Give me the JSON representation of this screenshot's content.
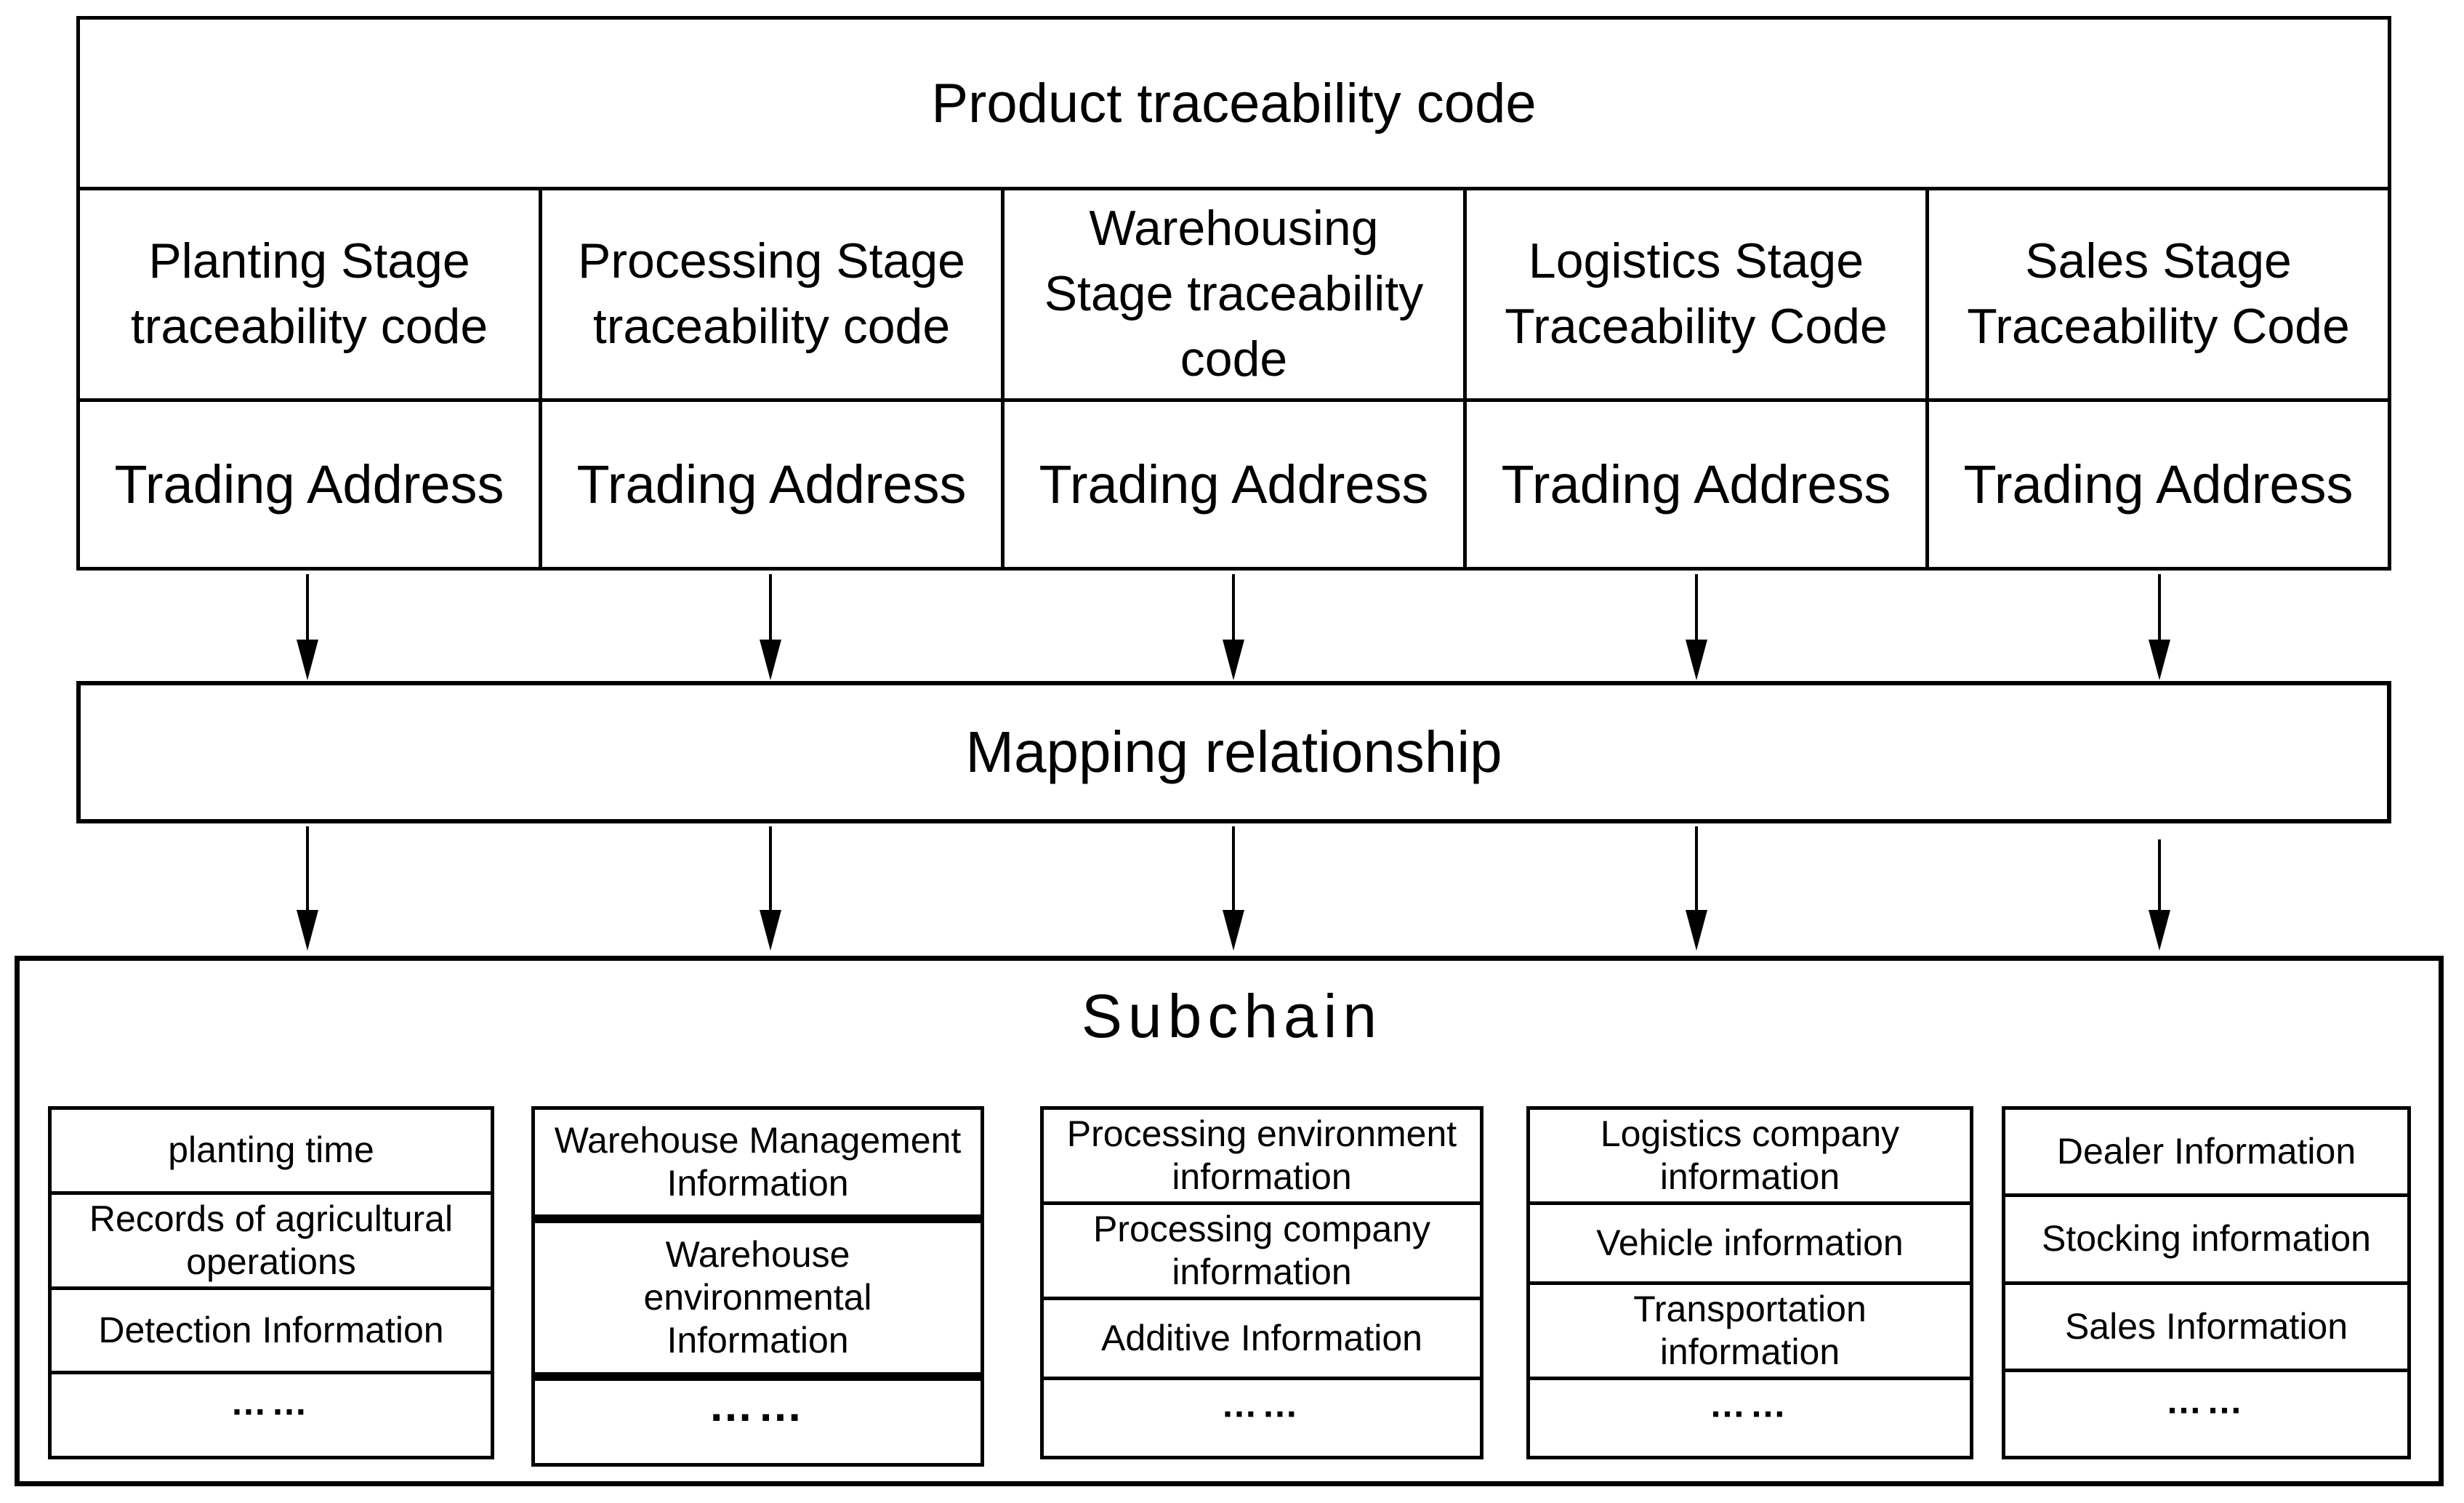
{
  "header": {
    "title": "Product traceability code"
  },
  "stages": [
    "Planting Stage traceability code",
    "Processing Stage traceability code",
    "Warehousing Stage traceability code",
    "Logistics Stage Traceability Code",
    "Sales Stage Traceability Code"
  ],
  "trading_addresses": [
    "Trading Address",
    "Trading Address",
    "Trading Address",
    "Trading Address",
    "Trading Address"
  ],
  "mapping": {
    "label": "Mapping relationship"
  },
  "subchain": {
    "title": "Subchain",
    "groups": [
      {
        "rows": [
          "planting time",
          "Records of agricultural operations",
          "Detection Information",
          "……"
        ]
      },
      {
        "rows": [
          "Warehouse Management Information",
          "Warehouse environmental Information",
          "……"
        ]
      },
      {
        "rows": [
          "Processing environment information",
          "Processing company information",
          "Additive Information",
          "……"
        ]
      },
      {
        "rows": [
          "Logistics company information",
          "Vehicle information",
          "Transportation information",
          "……"
        ]
      },
      {
        "rows": [
          "Dealer Information",
          "Stocking information",
          "Sales Information",
          "……"
        ]
      }
    ]
  },
  "colors": {
    "line": "#000000",
    "background": "#ffffff"
  }
}
